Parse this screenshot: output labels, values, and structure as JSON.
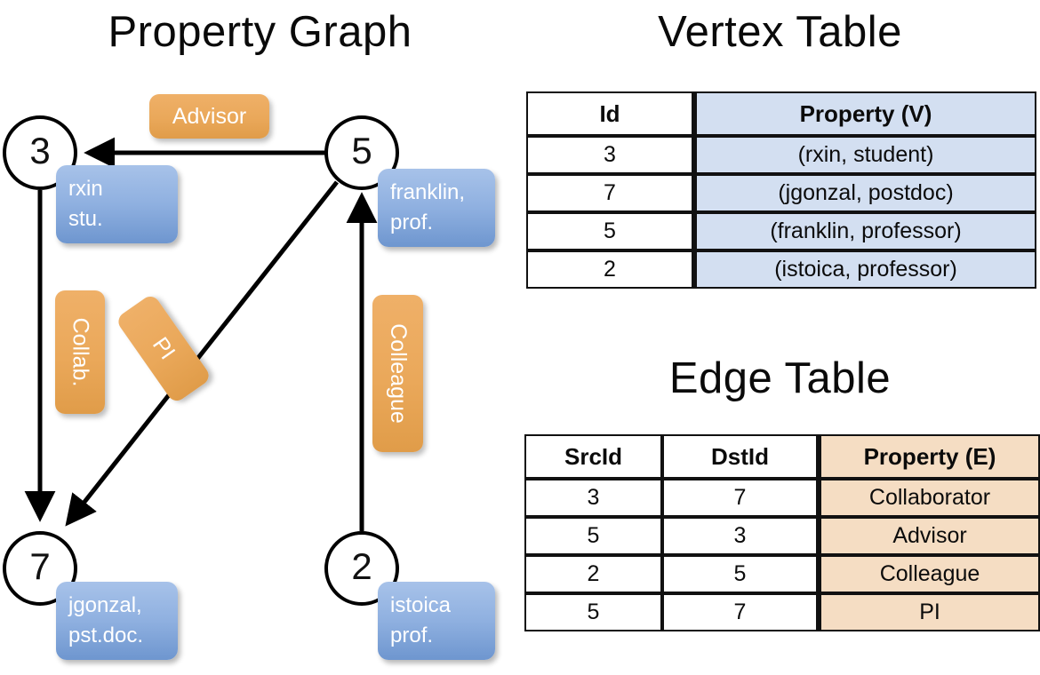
{
  "titles": {
    "graph": "Property Graph",
    "vertex": "Vertex Table",
    "edge": "Edge Table"
  },
  "colors": {
    "node_border": "#000000",
    "vertex_property_fill": "#d3dff1",
    "edge_property_fill": "#f5ddc3",
    "vertex_box_blue": "#8fb0e0",
    "edge_label_orange": "#eaa85a"
  },
  "graph": {
    "nodes": [
      {
        "id": "3",
        "property_line1": "rxin",
        "property_line2": "stu."
      },
      {
        "id": "5",
        "property_line1": "franklin,",
        "property_line2": "prof."
      },
      {
        "id": "7",
        "property_line1": "jgonzal,",
        "property_line2": "pst.doc."
      },
      {
        "id": "2",
        "property_line1": "istoica",
        "property_line2": "prof."
      }
    ],
    "edge_labels": [
      {
        "text": "Advisor",
        "orientation": "horizontal"
      },
      {
        "text": "Collab.",
        "orientation": "vertical"
      },
      {
        "text": "PI",
        "orientation": "vertical-tilted"
      },
      {
        "text": "Colleague",
        "orientation": "vertical"
      }
    ],
    "edges": [
      {
        "from": "5",
        "to": "3",
        "label": "Advisor"
      },
      {
        "from": "3",
        "to": "7",
        "label": "Collab."
      },
      {
        "from": "5",
        "to": "7",
        "label": "PI"
      },
      {
        "from": "2",
        "to": "5",
        "label": "Colleague"
      }
    ]
  },
  "vertex_table": {
    "headers": [
      "Id",
      "Property (V)"
    ],
    "rows": [
      {
        "id": "3",
        "property": "(rxin, student)"
      },
      {
        "id": "7",
        "property": "(jgonzal, postdoc)"
      },
      {
        "id": "5",
        "property": "(franklin, professor)"
      },
      {
        "id": "2",
        "property": "(istoica, professor)"
      }
    ]
  },
  "edge_table": {
    "headers": [
      "SrcId",
      "DstId",
      "Property (E)"
    ],
    "rows": [
      {
        "src": "3",
        "dst": "7",
        "property": "Collaborator"
      },
      {
        "src": "5",
        "dst": "3",
        "property": "Advisor"
      },
      {
        "src": "2",
        "dst": "5",
        "property": "Colleague"
      },
      {
        "src": "5",
        "dst": "7",
        "property": "PI"
      }
    ]
  }
}
